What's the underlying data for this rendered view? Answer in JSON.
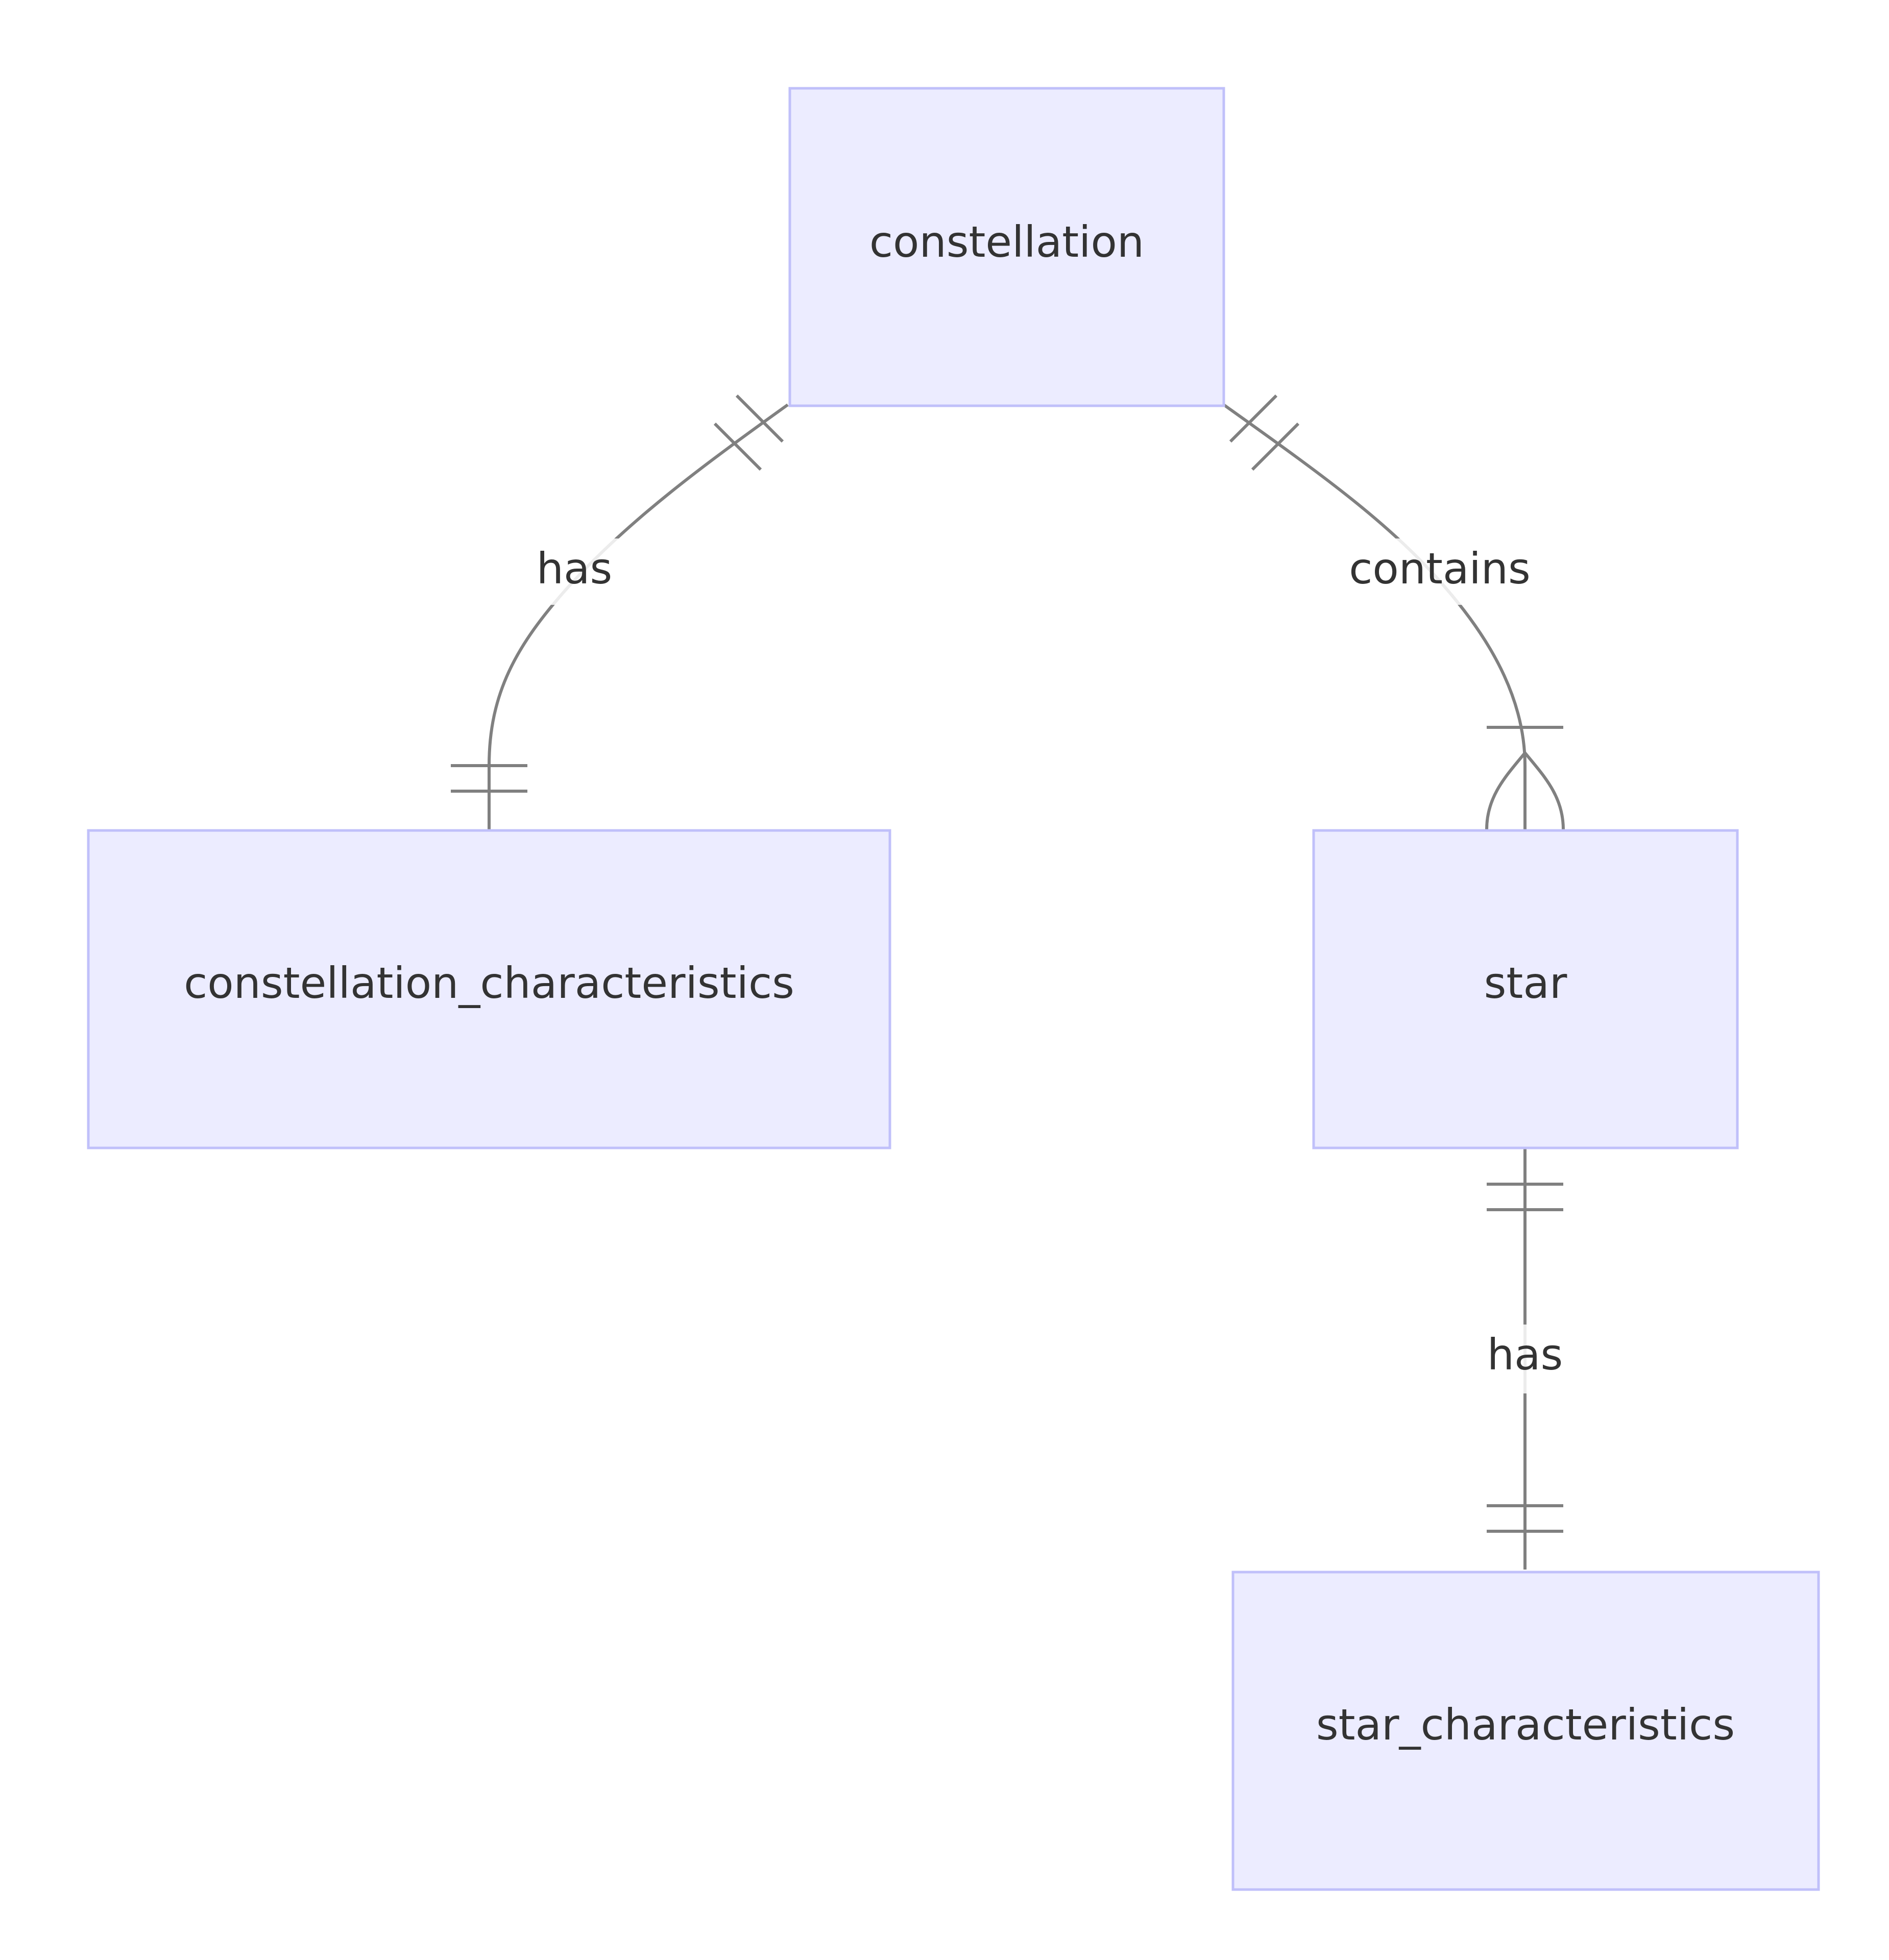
{
  "entities": {
    "constellation": "constellation",
    "constellation_characteristics": "constellation_characteristics",
    "star": "star",
    "star_characteristics": "star_characteristics"
  },
  "relationships": [
    {
      "from": "constellation",
      "to": "constellation_characteristics",
      "label": "has",
      "from_cardinality": "exactly-one",
      "to_cardinality": "exactly-one"
    },
    {
      "from": "constellation",
      "to": "star",
      "label": "contains",
      "from_cardinality": "exactly-one",
      "to_cardinality": "one-or-more"
    },
    {
      "from": "star",
      "to": "star_characteristics",
      "label": "has",
      "from_cardinality": "exactly-one",
      "to_cardinality": "exactly-one"
    }
  ],
  "colors": {
    "entity_fill": "#ececff",
    "entity_stroke": "#c0c0fa",
    "line": "#808080",
    "text": "#333333"
  }
}
